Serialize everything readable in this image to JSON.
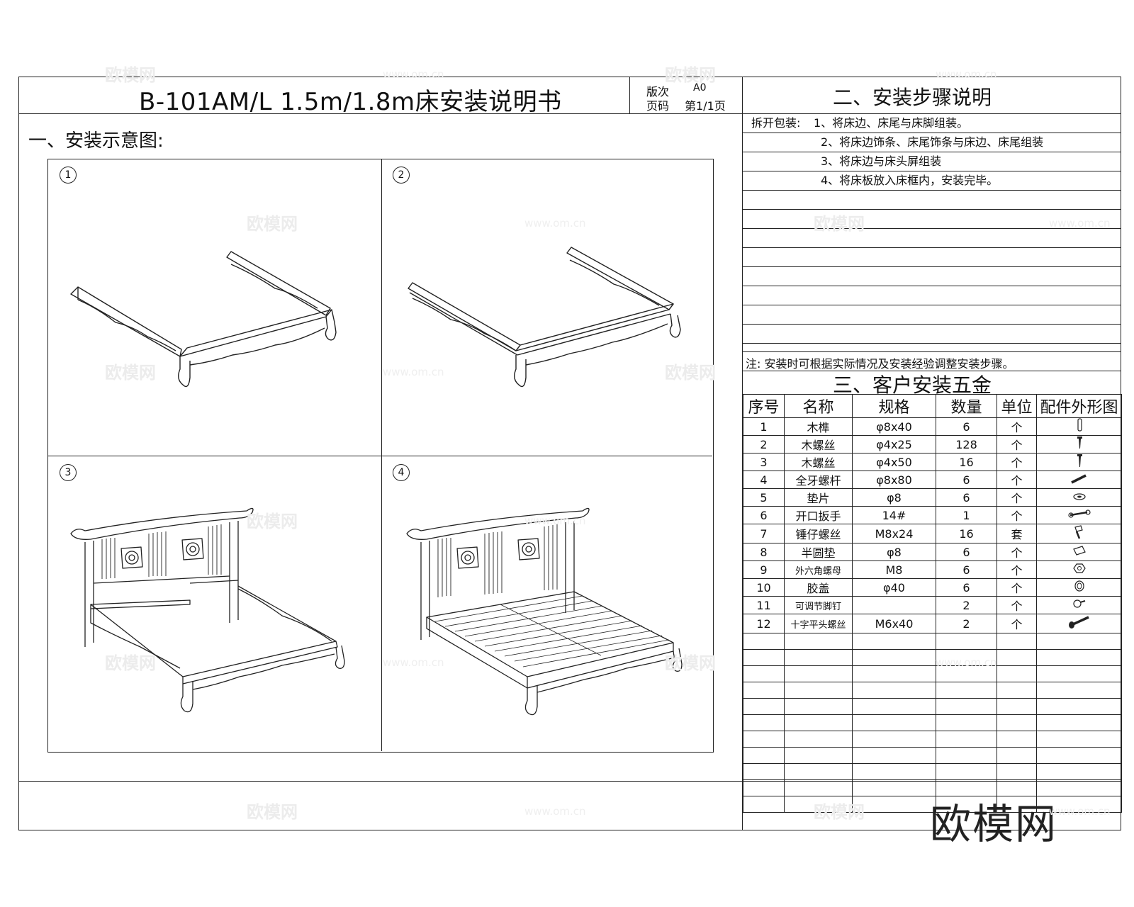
{
  "header": {
    "title": "B-101AM/L 1.5m/1.8m床安装说明书",
    "version_label": "版次",
    "version_value": "A0",
    "page_label": "页码",
    "page_value": "第1/1页",
    "section2_title": "二、安装步骤说明"
  },
  "section1": {
    "title": "一、安装示意图:",
    "panels": [
      {
        "number": "1",
        "image": "bed-frame-sides-and-footboard"
      },
      {
        "number": "2",
        "image": "bed-frame-with-trim"
      },
      {
        "number": "3",
        "image": "bed-frame-with-headboard"
      },
      {
        "number": "4",
        "image": "bed-complete-with-slats"
      }
    ]
  },
  "steps": {
    "prefix": "拆开包装:",
    "items": [
      "1、将床边、床尾与床脚组装。",
      "2、将床边饰条、床尾饰条与床边、床尾组装",
      "3、将床边与床头屏组装",
      "4、将床板放入床框内，安装完毕。"
    ],
    "note": "注: 安装时可根据实际情况及安装经验调整安装步骤。"
  },
  "hardware": {
    "title": "三、客户安装五金",
    "columns": [
      "序号",
      "名称",
      "规格",
      "数量",
      "单位",
      "配件外形图"
    ],
    "rows": [
      {
        "no": "1",
        "name": "木榫",
        "spec": "φ8x40",
        "qty": "6",
        "unit": "个",
        "icon": "dowel-icon"
      },
      {
        "no": "2",
        "name": "木螺丝",
        "spec": "φ4x25",
        "qty": "128",
        "unit": "个",
        "icon": "wood-screw-icon"
      },
      {
        "no": "3",
        "name": "木螺丝",
        "spec": "φ4x50",
        "qty": "16",
        "unit": "个",
        "icon": "wood-screw-long-icon"
      },
      {
        "no": "4",
        "name": "全牙螺杆",
        "spec": "φ8x80",
        "qty": "6",
        "unit": "个",
        "icon": "threaded-rod-icon"
      },
      {
        "no": "5",
        "name": "垫片",
        "spec": "φ8",
        "qty": "6",
        "unit": "个",
        "icon": "washer-icon"
      },
      {
        "no": "6",
        "name": "开口扳手",
        "spec": "14#",
        "qty": "1",
        "unit": "个",
        "icon": "wrench-icon"
      },
      {
        "no": "7",
        "name": "锤仔螺丝",
        "spec": "M8x24",
        "qty": "16",
        "unit": "套",
        "icon": "hammer-nut-icon"
      },
      {
        "no": "8",
        "name": "半圆垫",
        "spec": "φ8",
        "qty": "6",
        "unit": "个",
        "icon": "half-round-washer-icon"
      },
      {
        "no": "9",
        "name": "外六角螺母",
        "spec": "M8",
        "qty": "6",
        "unit": "个",
        "icon": "hex-nut-icon"
      },
      {
        "no": "10",
        "name": "胶盖",
        "spec": "φ40",
        "qty": "6",
        "unit": "个",
        "icon": "plastic-cap-icon"
      },
      {
        "no": "11",
        "name": "可调节脚钉",
        "spec": "",
        "qty": "2",
        "unit": "个",
        "icon": "adjustable-foot-icon"
      },
      {
        "no": "12",
        "name": "十字平头螺丝",
        "spec": "M6x40",
        "qty": "2",
        "unit": "个",
        "icon": "phillips-screw-icon"
      }
    ],
    "empty_rows": 11
  },
  "watermarks": {
    "brand": "欧模网",
    "site": "www.om.cn"
  },
  "logo": "欧模网"
}
